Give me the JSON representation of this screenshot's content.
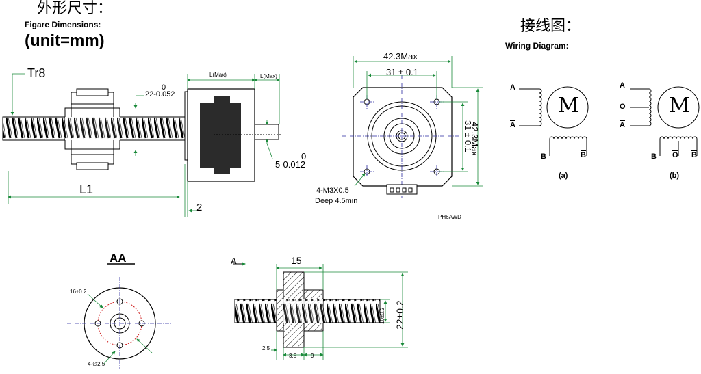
{
  "titles": {
    "dimensions_cn": "外形尺寸：",
    "dimensions_en": "Figare Dimensions:",
    "unit": "(unit=mm)",
    "wiring_cn": "接线图：",
    "wiring_en": "Wiring Diagram:"
  },
  "side_view": {
    "screw_label": "Tr8",
    "nut_dim_top": "0",
    "nut_dim_bottom": "22-0.052",
    "body_length": "L(Max)",
    "shaft_length": "L(Max)",
    "shaft_dim_top": "0",
    "shaft_dim_bottom": "5-0.012",
    "screw_length": "L1",
    "gap": "2"
  },
  "front_view": {
    "width_max": "42.3Max",
    "hole_pitch_h": "31 ± 0.1",
    "height_max": "42.3Max",
    "hole_pitch_v": "31 ± 0.1",
    "holes_line1": "4-M3X0.5",
    "holes_line2": "Deep 4.5min",
    "model": "PH6AWD"
  },
  "section_aa": {
    "label": "AA",
    "bolt_circle": "16±0.2",
    "holes": "4-∅2.5"
  },
  "nut_view": {
    "arrow_label": "A",
    "flange_width": "15",
    "bore_dia": "10±0.2",
    "flange_dia": "22±0.2",
    "dim_a": "2.5",
    "dim_b": "3.5",
    "dim_c": "9"
  },
  "wiring": {
    "a": {
      "motor": "M",
      "phase_a": "A",
      "phase_a_bar": "A",
      "phase_b": "B",
      "phase_b_bar": "B",
      "caption": "(a)"
    },
    "b": {
      "motor": "M",
      "phase_a": "A",
      "center_tap": "O",
      "phase_a_bar": "A",
      "phase_b": "B",
      "center_tap_b": "O",
      "phase_b_bar": "B",
      "caption": "(b)"
    }
  },
  "colors": {
    "dimension_green": "#1a8a3a",
    "centerline_blue": "#2a2aa0",
    "dashed_red": "#d02020",
    "motor_black": "#1a1a1a"
  }
}
